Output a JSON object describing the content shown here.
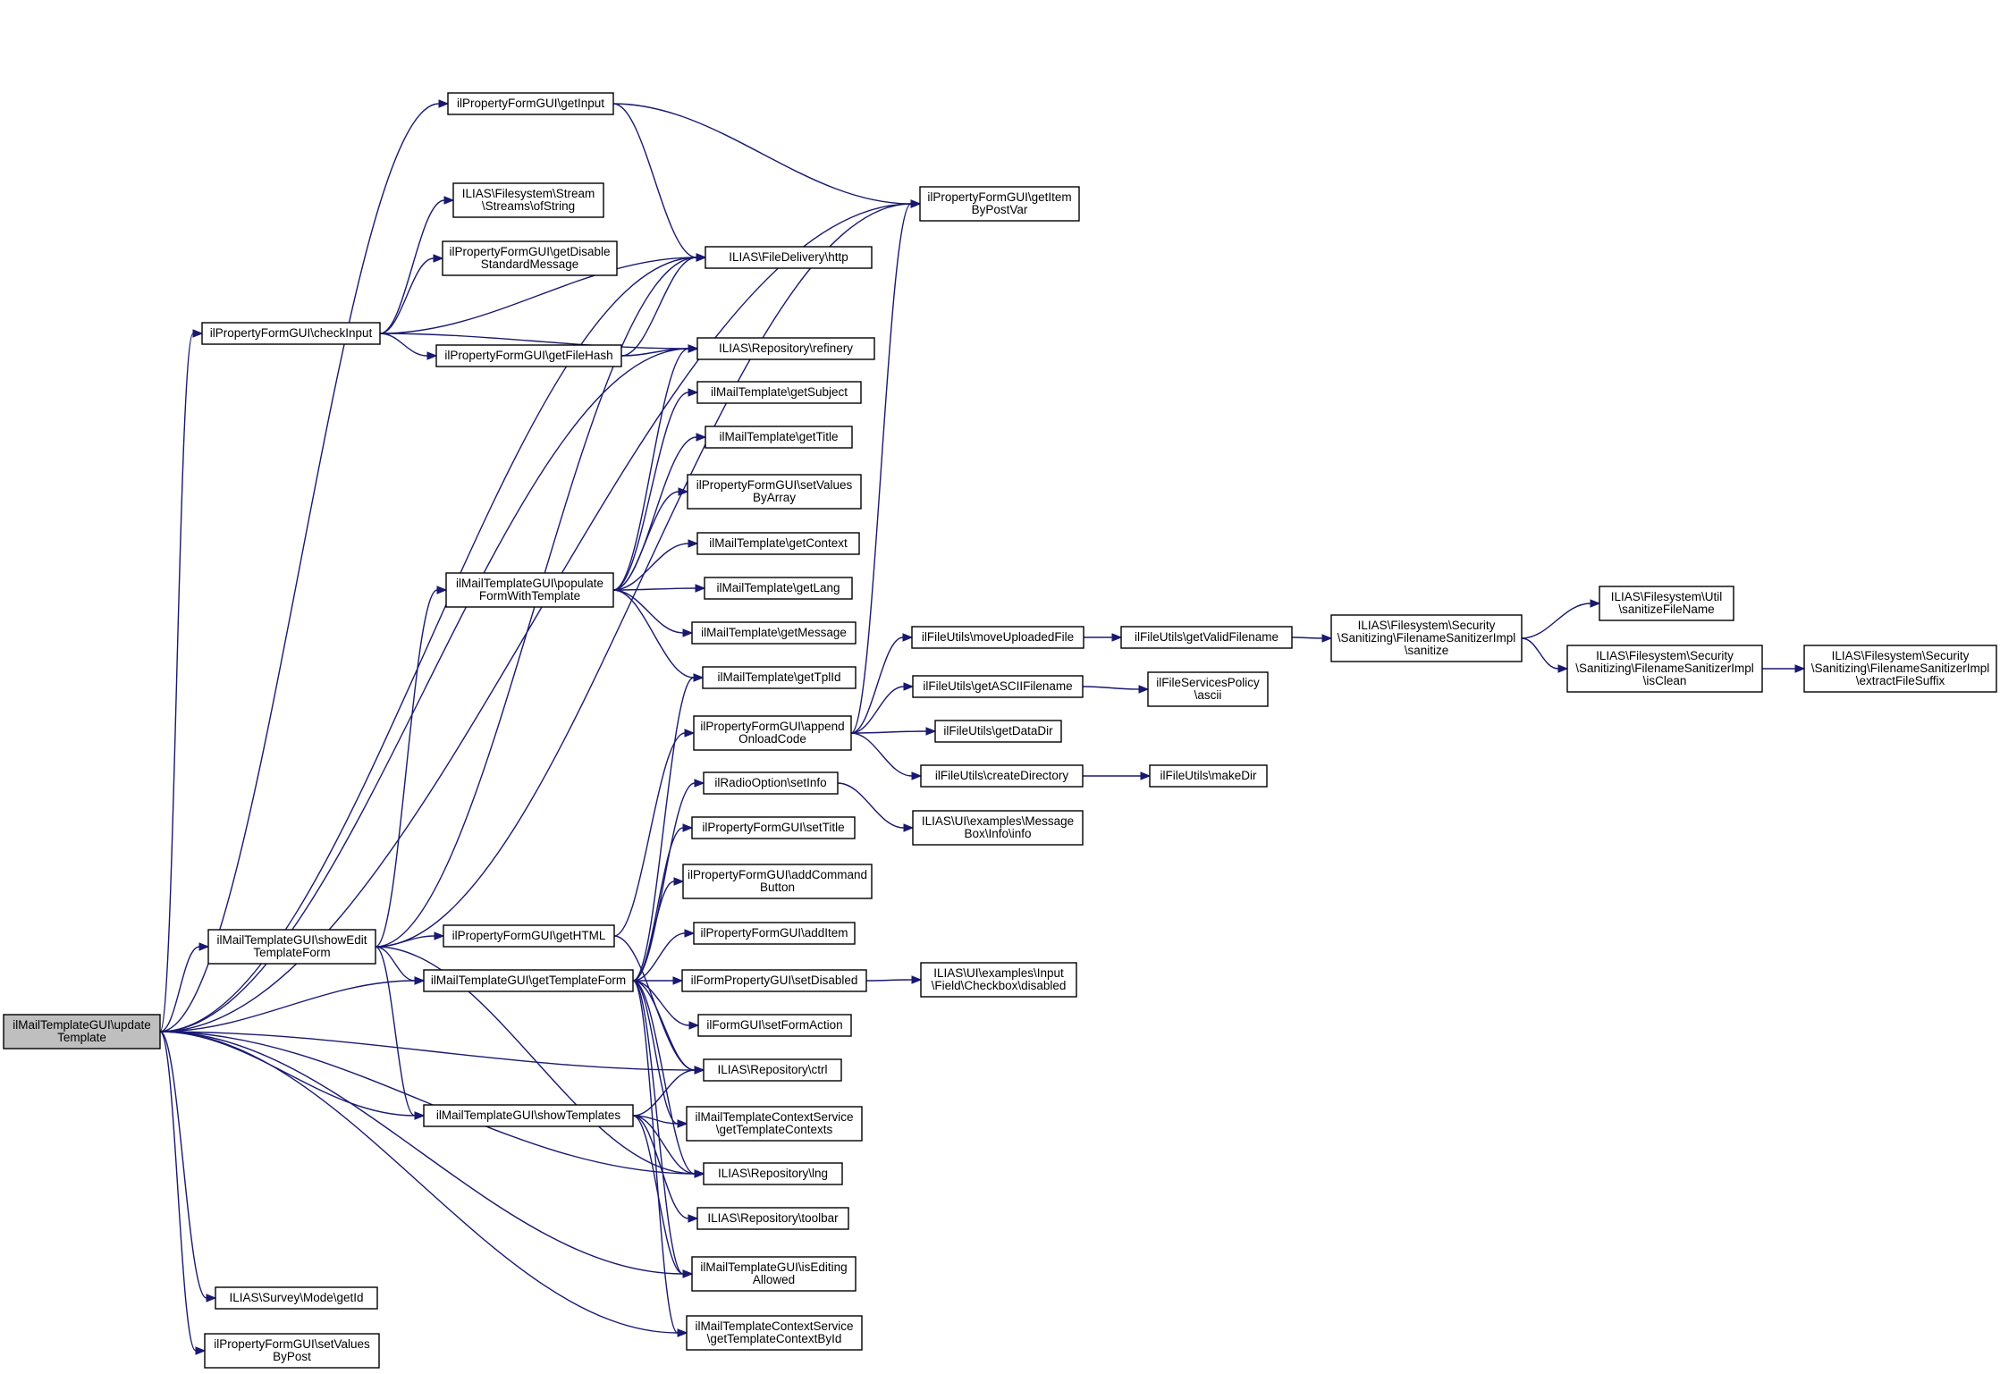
{
  "nodes": [
    {
      "id": "updateTemplate",
      "lines": [
        "ilMailTemplateGUI\\update",
        "Template"
      ],
      "root": true
    },
    {
      "id": "getInput",
      "lines": [
        "ilPropertyFormGUI\\getInput"
      ]
    },
    {
      "id": "ofString",
      "lines": [
        "ILIAS\\Filesystem\\Stream",
        "\\Streams\\ofString"
      ]
    },
    {
      "id": "getDisable",
      "lines": [
        "ilPropertyFormGUI\\getDisable",
        "StandardMessage"
      ]
    },
    {
      "id": "checkInput",
      "lines": [
        "ilPropertyFormGUI\\checkInput"
      ]
    },
    {
      "id": "getFileHash",
      "lines": [
        "ilPropertyFormGUI\\getFileHash"
      ]
    },
    {
      "id": "getItemByPostVar",
      "lines": [
        "ilPropertyFormGUI\\getItem",
        "ByPostVar"
      ]
    },
    {
      "id": "http",
      "lines": [
        "ILIAS\\FileDelivery\\http"
      ]
    },
    {
      "id": "refinery",
      "lines": [
        "ILIAS\\Repository\\refinery"
      ]
    },
    {
      "id": "getSubject",
      "lines": [
        "ilMailTemplate\\getSubject"
      ]
    },
    {
      "id": "getTitle",
      "lines": [
        "ilMailTemplate\\getTitle"
      ]
    },
    {
      "id": "setValuesByArray",
      "lines": [
        "ilPropertyFormGUI\\setValues",
        "ByArray"
      ]
    },
    {
      "id": "getContext",
      "lines": [
        "ilMailTemplate\\getContext"
      ]
    },
    {
      "id": "populateForm",
      "lines": [
        "ilMailTemplateGUI\\populate",
        "FormWithTemplate"
      ]
    },
    {
      "id": "getLang",
      "lines": [
        "ilMailTemplate\\getLang"
      ]
    },
    {
      "id": "getMessage",
      "lines": [
        "ilMailTemplate\\getMessage"
      ]
    },
    {
      "id": "getTplId",
      "lines": [
        "ilMailTemplate\\getTplId"
      ]
    },
    {
      "id": "appendOnload",
      "lines": [
        "ilPropertyFormGUI\\append",
        "OnloadCode"
      ]
    },
    {
      "id": "moveUploaded",
      "lines": [
        "ilFileUtils\\moveUploadedFile"
      ]
    },
    {
      "id": "getValidFilename",
      "lines": [
        "ilFileUtils\\getValidFilename"
      ]
    },
    {
      "id": "sanitize",
      "lines": [
        "ILIAS\\Filesystem\\Security",
        "\\Sanitizing\\FilenameSanitizerImpl",
        "\\sanitize"
      ]
    },
    {
      "id": "sanitizeFileName",
      "lines": [
        "ILIAS\\Filesystem\\Util",
        "\\sanitizeFileName"
      ]
    },
    {
      "id": "isClean",
      "lines": [
        "ILIAS\\Filesystem\\Security",
        "\\Sanitizing\\FilenameSanitizerImpl",
        "\\isClean"
      ]
    },
    {
      "id": "extractFileSuffix",
      "lines": [
        "ILIAS\\Filesystem\\Security",
        "\\Sanitizing\\FilenameSanitizerImpl",
        "\\extractFileSuffix"
      ]
    },
    {
      "id": "getASCII",
      "lines": [
        "ilFileUtils\\getASCIIFilename"
      ]
    },
    {
      "id": "ascii",
      "lines": [
        "ilFileServicesPolicy",
        "\\ascii"
      ]
    },
    {
      "id": "getDataDir",
      "lines": [
        "ilFileUtils\\getDataDir"
      ]
    },
    {
      "id": "createDirectory",
      "lines": [
        "ilFileUtils\\createDirectory"
      ]
    },
    {
      "id": "makeDir",
      "lines": [
        "ilFileUtils\\makeDir"
      ]
    },
    {
      "id": "setInfo",
      "lines": [
        "ilRadioOption\\setInfo"
      ]
    },
    {
      "id": "messageBoxInfo",
      "lines": [
        "ILIAS\\UI\\examples\\Message",
        "Box\\Info\\info"
      ]
    },
    {
      "id": "setTitle",
      "lines": [
        "ilPropertyFormGUI\\setTitle"
      ]
    },
    {
      "id": "addCommand",
      "lines": [
        "ilPropertyFormGUI\\addCommand",
        "Button"
      ]
    },
    {
      "id": "addItem",
      "lines": [
        "ilPropertyFormGUI\\addItem"
      ]
    },
    {
      "id": "showEdit",
      "lines": [
        "ilMailTemplateGUI\\showEdit",
        "TemplateForm"
      ]
    },
    {
      "id": "getHTML",
      "lines": [
        "ilPropertyFormGUI\\getHTML"
      ]
    },
    {
      "id": "getTemplateForm",
      "lines": [
        "ilMailTemplateGUI\\getTemplateForm"
      ]
    },
    {
      "id": "setDisabled",
      "lines": [
        "ilFormPropertyGUI\\setDisabled"
      ]
    },
    {
      "id": "checkboxDisabled",
      "lines": [
        "ILIAS\\UI\\examples\\Input",
        "\\Field\\Checkbox\\disabled"
      ]
    },
    {
      "id": "setFormAction",
      "lines": [
        "ilFormGUI\\setFormAction"
      ]
    },
    {
      "id": "ctrl",
      "lines": [
        "ILIAS\\Repository\\ctrl"
      ]
    },
    {
      "id": "showTemplates",
      "lines": [
        "ilMailTemplateGUI\\showTemplates"
      ]
    },
    {
      "id": "getTemplateContexts",
      "lines": [
        "ilMailTemplateContextService",
        "\\getTemplateContexts"
      ]
    },
    {
      "id": "lng",
      "lines": [
        "ILIAS\\Repository\\lng"
      ]
    },
    {
      "id": "toolbar",
      "lines": [
        "ILIAS\\Repository\\toolbar"
      ]
    },
    {
      "id": "isEditingAllowed",
      "lines": [
        "ilMailTemplateGUI\\isEditing",
        "Allowed"
      ]
    },
    {
      "id": "getModeId",
      "lines": [
        "ILIAS\\Survey\\Mode\\getId"
      ]
    },
    {
      "id": "setValuesByPost",
      "lines": [
        "ilPropertyFormGUI\\setValues",
        "ByPost"
      ]
    },
    {
      "id": "getTemplateContextById",
      "lines": [
        "ilMailTemplateContextService",
        "\\getTemplateContextById"
      ]
    }
  ],
  "edges": [
    [
      "updateTemplate",
      "getInput"
    ],
    [
      "updateTemplate",
      "getItemByPostVar"
    ],
    [
      "updateTemplate",
      "http"
    ],
    [
      "updateTemplate",
      "checkInput"
    ],
    [
      "updateTemplate",
      "refinery"
    ],
    [
      "updateTemplate",
      "showEdit"
    ],
    [
      "updateTemplate",
      "getTemplateForm"
    ],
    [
      "updateTemplate",
      "ctrl"
    ],
    [
      "updateTemplate",
      "showTemplates"
    ],
    [
      "updateTemplate",
      "lng"
    ],
    [
      "updateTemplate",
      "isEditingAllowed"
    ],
    [
      "updateTemplate",
      "getModeId"
    ],
    [
      "updateTemplate",
      "setValuesByPost"
    ],
    [
      "updateTemplate",
      "getTemplateContextById"
    ],
    [
      "getInput",
      "getItemByPostVar"
    ],
    [
      "getInput",
      "http"
    ],
    [
      "checkInput",
      "ofString"
    ],
    [
      "checkInput",
      "getDisable"
    ],
    [
      "checkInput",
      "http"
    ],
    [
      "checkInput",
      "getFileHash"
    ],
    [
      "checkInput",
      "refinery"
    ],
    [
      "getFileHash",
      "http"
    ],
    [
      "getFileHash",
      "refinery"
    ],
    [
      "populateForm",
      "refinery"
    ],
    [
      "populateForm",
      "getSubject"
    ],
    [
      "populateForm",
      "getTitle"
    ],
    [
      "populateForm",
      "setValuesByArray"
    ],
    [
      "populateForm",
      "getContext"
    ],
    [
      "populateForm",
      "getLang"
    ],
    [
      "populateForm",
      "getMessage"
    ],
    [
      "populateForm",
      "getTplId"
    ],
    [
      "appendOnload",
      "getItemByPostVar"
    ],
    [
      "appendOnload",
      "moveUploaded"
    ],
    [
      "appendOnload",
      "getASCII"
    ],
    [
      "appendOnload",
      "getDataDir"
    ],
    [
      "appendOnload",
      "createDirectory"
    ],
    [
      "moveUploaded",
      "getValidFilename"
    ],
    [
      "getValidFilename",
      "sanitize"
    ],
    [
      "sanitize",
      "sanitizeFileName"
    ],
    [
      "sanitize",
      "isClean"
    ],
    [
      "isClean",
      "extractFileSuffix"
    ],
    [
      "getASCII",
      "ascii"
    ],
    [
      "createDirectory",
      "makeDir"
    ],
    [
      "setInfo",
      "messageBoxInfo"
    ],
    [
      "showEdit",
      "getItemByPostVar"
    ],
    [
      "showEdit",
      "http"
    ],
    [
      "showEdit",
      "populateForm"
    ],
    [
      "showEdit",
      "getHTML"
    ],
    [
      "showEdit",
      "getTemplateForm"
    ],
    [
      "showEdit",
      "showTemplates"
    ],
    [
      "showEdit",
      "lng"
    ],
    [
      "getHTML",
      "appendOnload"
    ],
    [
      "getHTML",
      "ctrl"
    ],
    [
      "getTemplateForm",
      "getTplId"
    ],
    [
      "getTemplateForm",
      "setInfo"
    ],
    [
      "getTemplateForm",
      "setTitle"
    ],
    [
      "getTemplateForm",
      "addCommand"
    ],
    [
      "getTemplateForm",
      "addItem"
    ],
    [
      "getTemplateForm",
      "setDisabled"
    ],
    [
      "getTemplateForm",
      "setFormAction"
    ],
    [
      "getTemplateForm",
      "ctrl"
    ],
    [
      "getTemplateForm",
      "getTemplateContexts"
    ],
    [
      "getTemplateForm",
      "lng"
    ],
    [
      "getTemplateForm",
      "isEditingAllowed"
    ],
    [
      "getTemplateForm",
      "getTemplateContextById"
    ],
    [
      "setDisabled",
      "checkboxDisabled"
    ],
    [
      "showTemplates",
      "ctrl"
    ],
    [
      "showTemplates",
      "getTemplateContexts"
    ],
    [
      "showTemplates",
      "lng"
    ],
    [
      "showTemplates",
      "toolbar"
    ],
    [
      "showTemplates",
      "isEditingAllowed"
    ]
  ]
}
